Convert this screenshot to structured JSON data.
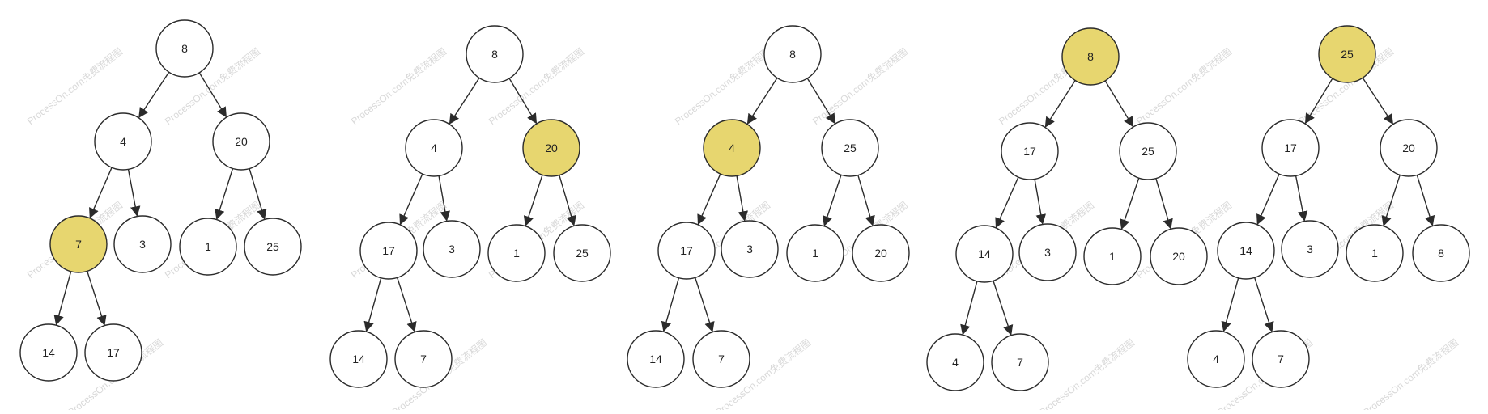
{
  "colors": {
    "highlight": "#e7d66f",
    "node_fill": "#ffffff",
    "stroke": "#2b2b2b",
    "watermark": "#d9d9d9"
  },
  "watermark_text": "ProcessOn.com免费流程图",
  "trees": [
    {
      "id": "tree-1",
      "nodes": [
        {
          "label": "8",
          "highlight": false
        },
        {
          "label": "4",
          "highlight": false
        },
        {
          "label": "20",
          "highlight": false
        },
        {
          "label": "7",
          "highlight": true
        },
        {
          "label": "3",
          "highlight": false
        },
        {
          "label": "1",
          "highlight": false
        },
        {
          "label": "25",
          "highlight": false
        },
        {
          "label": "14",
          "highlight": false
        },
        {
          "label": "17",
          "highlight": false
        }
      ],
      "edges": [
        [
          0,
          1
        ],
        [
          0,
          2
        ],
        [
          1,
          3
        ],
        [
          1,
          4
        ],
        [
          2,
          5
        ],
        [
          2,
          6
        ],
        [
          3,
          7
        ],
        [
          3,
          8
        ]
      ]
    },
    {
      "id": "tree-2",
      "nodes": [
        {
          "label": "8",
          "highlight": false
        },
        {
          "label": "4",
          "highlight": false
        },
        {
          "label": "20",
          "highlight": true
        },
        {
          "label": "17",
          "highlight": false
        },
        {
          "label": "3",
          "highlight": false
        },
        {
          "label": "1",
          "highlight": false
        },
        {
          "label": "25",
          "highlight": false
        },
        {
          "label": "14",
          "highlight": false
        },
        {
          "label": "7",
          "highlight": false
        }
      ],
      "edges": [
        [
          0,
          1
        ],
        [
          0,
          2
        ],
        [
          1,
          3
        ],
        [
          1,
          4
        ],
        [
          2,
          5
        ],
        [
          2,
          6
        ],
        [
          3,
          7
        ],
        [
          3,
          8
        ]
      ]
    },
    {
      "id": "tree-3",
      "nodes": [
        {
          "label": "8",
          "highlight": false
        },
        {
          "label": "4",
          "highlight": true
        },
        {
          "label": "25",
          "highlight": false
        },
        {
          "label": "17",
          "highlight": false
        },
        {
          "label": "3",
          "highlight": false
        },
        {
          "label": "1",
          "highlight": false
        },
        {
          "label": "20",
          "highlight": false
        },
        {
          "label": "14",
          "highlight": false
        },
        {
          "label": "7",
          "highlight": false
        }
      ],
      "edges": [
        [
          0,
          1
        ],
        [
          0,
          2
        ],
        [
          1,
          3
        ],
        [
          1,
          4
        ],
        [
          2,
          5
        ],
        [
          2,
          6
        ],
        [
          3,
          7
        ],
        [
          3,
          8
        ]
      ]
    },
    {
      "id": "tree-4",
      "nodes": [
        {
          "label": "8",
          "highlight": true
        },
        {
          "label": "17",
          "highlight": false
        },
        {
          "label": "25",
          "highlight": false
        },
        {
          "label": "14",
          "highlight": false
        },
        {
          "label": "3",
          "highlight": false
        },
        {
          "label": "1",
          "highlight": false
        },
        {
          "label": "20",
          "highlight": false
        },
        {
          "label": "4",
          "highlight": false
        },
        {
          "label": "7",
          "highlight": false
        }
      ],
      "edges": [
        [
          0,
          1
        ],
        [
          0,
          2
        ],
        [
          1,
          3
        ],
        [
          1,
          4
        ],
        [
          2,
          5
        ],
        [
          2,
          6
        ],
        [
          3,
          7
        ],
        [
          3,
          8
        ]
      ]
    },
    {
      "id": "tree-5",
      "nodes": [
        {
          "label": "25",
          "highlight": true
        },
        {
          "label": "17",
          "highlight": false
        },
        {
          "label": "20",
          "highlight": false
        },
        {
          "label": "14",
          "highlight": false
        },
        {
          "label": "3",
          "highlight": false
        },
        {
          "label": "1",
          "highlight": false
        },
        {
          "label": "8",
          "highlight": false
        },
        {
          "label": "4",
          "highlight": false
        },
        {
          "label": "7",
          "highlight": false
        }
      ],
      "edges": [
        [
          0,
          1
        ],
        [
          0,
          2
        ],
        [
          1,
          3
        ],
        [
          1,
          4
        ],
        [
          2,
          5
        ],
        [
          2,
          6
        ],
        [
          3,
          7
        ],
        [
          3,
          8
        ]
      ]
    }
  ]
}
